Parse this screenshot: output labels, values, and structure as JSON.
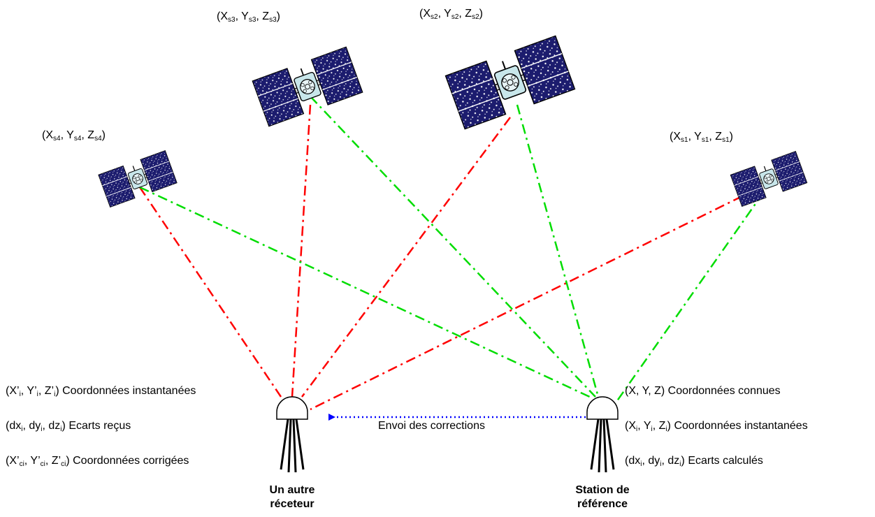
{
  "satellites": [
    {
      "id": "s1",
      "coord_label": {
        "x": "X",
        "x_sub": "s1",
        "y": "Y",
        "y_sub": "s1",
        "z": "Z",
        "z_sub": "s1"
      }
    },
    {
      "id": "s2",
      "coord_label": {
        "x": "X",
        "x_sub": "s2",
        "y": "Y",
        "y_sub": "s2",
        "z": "Z",
        "z_sub": "s2"
      }
    },
    {
      "id": "s3",
      "coord_label": {
        "x": "X",
        "x_sub": "s3",
        "y": "Y",
        "y_sub": "s3",
        "z": "Z",
        "z_sub": "s3"
      }
    },
    {
      "id": "s4",
      "coord_label": {
        "x": "X",
        "x_sub": "s4",
        "y": "Y",
        "y_sub": "s4",
        "z": "Z",
        "z_sub": "s4"
      }
    }
  ],
  "rover": {
    "name_line1": "Un autre",
    "name_line2": "réceteur",
    "coords_instant": {
      "x": "X’",
      "x_sub": "i",
      "y": "Y’",
      "y_sub": "i",
      "z": "Z’",
      "z_sub": "i",
      "text": "Coordonnées instantanées"
    },
    "gaps_received": {
      "x": "dx",
      "x_sub": "i",
      "y": "dy",
      "y_sub": "i",
      "z": "dz",
      "z_sub": "i",
      "text": "Ecarts reçus"
    },
    "coords_corrected": {
      "x": "X’",
      "x_sub": "ci",
      "y": "Y’",
      "y_sub": "ci",
      "z": "Z’",
      "z_sub": "ci",
      "text": "Coordonnées corrigées"
    }
  },
  "reference_station": {
    "name_line1": "Station de",
    "name_line2": "référence",
    "coords_known": {
      "text": "(X, Y, Z) Coordonnées connues"
    },
    "coords_instant": {
      "x": "X",
      "x_sub": "i",
      "y": "Y",
      "y_sub": "i",
      "z": "Z",
      "z_sub": "i",
      "text": "Coordonnées instantanées"
    },
    "gaps_computed": {
      "x": "dx",
      "x_sub": "i",
      "y": "dy",
      "y_sub": "i",
      "z": "dz",
      "z_sub": "i",
      "text": "Ecarts calculés"
    }
  },
  "correction_link": {
    "label": "Envoi des corrections"
  },
  "colors": {
    "rover_rays": "#ff0000",
    "reference_rays": "#00dd00",
    "correction_arrow": "#0000ff",
    "solar_panel": "#1c1c6e",
    "satellite_body": "#c8e6ea"
  }
}
